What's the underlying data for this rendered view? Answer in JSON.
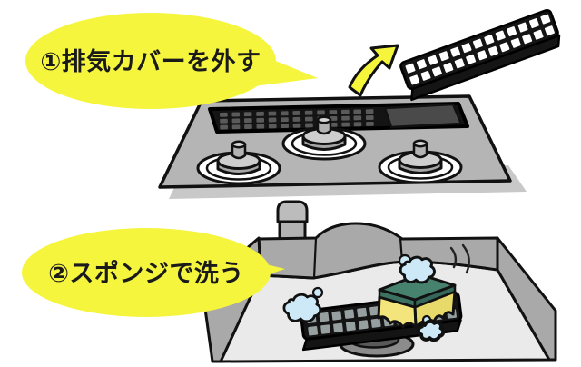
{
  "background_color": "#ffffff",
  "steps": [
    {
      "label": "①排気カバーを外す",
      "bubble_color": "#f6f53e",
      "text_color": "#1a1a1a"
    },
    {
      "label": "②スポンジで洗う",
      "bubble_color": "#f6f53e",
      "text_color": "#1a1a1a"
    }
  ],
  "scene": {
    "stove": {
      "icon": "gas-stove-top",
      "body_color": "#b5b5b5",
      "vent_frame_color": "#141414",
      "vent_hole_color": "#5a5a5a",
      "vent_opening_color": "#4a4a4a",
      "burner_count": 3
    },
    "removed_cover": {
      "icon": "exhaust-cover",
      "color": "#151515",
      "hole_color": "#ffffff"
    },
    "arrow": {
      "icon": "remove-direction-arrow",
      "color": "#f5f53c"
    },
    "sink": {
      "icon": "kitchen-sink",
      "wall_color": "#a9a9a9",
      "floor_color": "#eaeaea"
    },
    "faucet": {
      "icon": "faucet",
      "color": "#b8b8b8"
    },
    "drain": {
      "icon": "sink-drain",
      "color": "#8c8c8c"
    },
    "washed_cover": {
      "icon": "exhaust-cover-in-sink",
      "color": "#141414",
      "hole_color": "#97a0a0"
    },
    "sponge": {
      "icon": "sponge",
      "top_color": "#47826f",
      "body_color": "#f3e47c"
    },
    "foam": {
      "icon": "soap-foam",
      "color": "#cde9f8"
    }
  }
}
